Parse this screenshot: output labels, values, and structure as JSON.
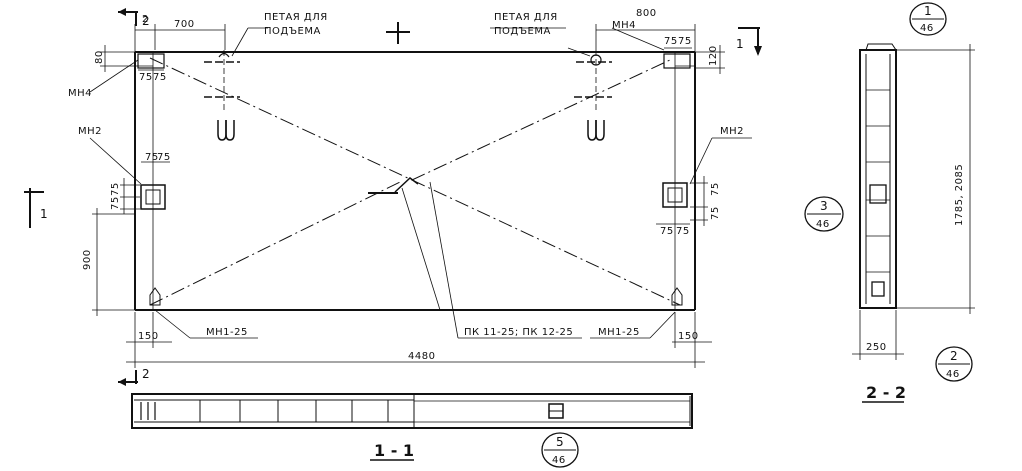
{
  "labels": {
    "lift_loop_left": [
      "ПЕТАЯ ДЛЯ",
      "ПОДЪЕМА"
    ],
    "lift_loop_right": [
      "ПЕТАЯ ДЛЯ",
      "ПОДЪЕМА"
    ],
    "mn4_left": "МН4",
    "mn4_right": "МН4",
    "mn2_left": "МН2",
    "mn2_right": "МН2",
    "mn1_left": "МН1-25",
    "mn1_right": "МН1-25",
    "pk": "ПК 11-25; ПК 12-25"
  },
  "dimensions": {
    "top_left": "700",
    "top_left_small": "2",
    "top_right": "800",
    "left_vert_small": "80",
    "right_vert_small": "120",
    "mn4_left_w": [
      "75",
      "75"
    ],
    "mn4_right_w": [
      "75",
      "75"
    ],
    "mn2_left_w": [
      "75",
      "75"
    ],
    "mn2_left_h": [
      "75",
      "75"
    ],
    "mn2_right_w": [
      "75",
      "75"
    ],
    "mn2_right_h": [
      "75",
      "75"
    ],
    "left_height": "900",
    "bottom_left": "150",
    "bottom_right": "150",
    "overall_length": "4480",
    "section_height": "1785, 2085",
    "section_width": "250"
  },
  "section_marks": {
    "cut_1_top": "1",
    "cut_1_left": "1",
    "cut_2_top": "2",
    "cut_2_bottom": "2",
    "section_1_1": "1 - 1",
    "section_2_2": "2 - 2"
  },
  "callouts": [
    {
      "id": "c1",
      "top": "1",
      "bottom": "46"
    },
    {
      "id": "c2",
      "top": "2",
      "bottom": "46"
    },
    {
      "id": "c3",
      "top": "3",
      "bottom": "46"
    },
    {
      "id": "c5",
      "top": "5",
      "bottom": "46"
    }
  ]
}
